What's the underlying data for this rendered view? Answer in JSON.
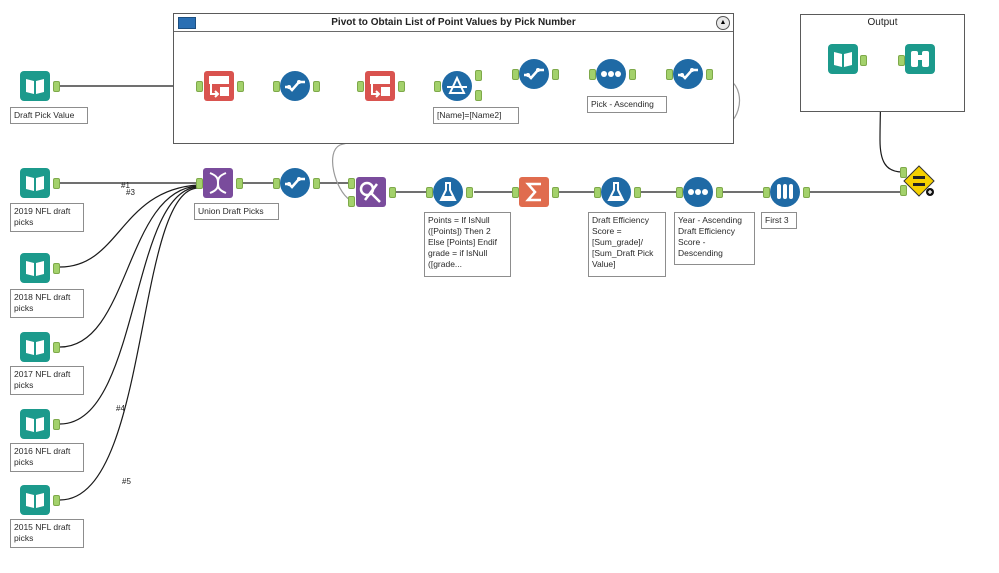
{
  "containers": {
    "pivot": {
      "title": "Pivot to Obtain List of Point Values by Pick Number",
      "collapse_glyph": "▲"
    },
    "output": {
      "title": "Output"
    }
  },
  "labels": {
    "draft_pick_value": "Draft Pick Value",
    "nfl_2019": "2019 NFL draft picks",
    "nfl_2018": "2018 NFL draft picks",
    "nfl_2017": "2017 NFL draft picks",
    "nfl_2016": "2016 NFL draft picks",
    "nfl_2015": "2015 NFL draft picks",
    "union": "Union Draft Picks",
    "join_condition": "[Name]=[Name2]",
    "pick_sort": "Pick - Ascending",
    "formula1": "Points = If IsNull ([Points]) Then 2 Else [Points] Endif grade = if IsNull ([grade...",
    "formula2": "Draft Efficiency Score = [Sum_grade]/ [Sum_Draft Pick Value]",
    "sort2": "Year - Ascending Draft Efficiency Score - Descending",
    "sample": "First 3"
  },
  "wire_labels": {
    "w1": "#1",
    "w2": "#3",
    "w3": "#4",
    "w4": "#5"
  },
  "colors": {
    "input": "#1c9a8c",
    "select": "#1f6aa5",
    "transpose": "#d9534f",
    "join": "#1f6aa5",
    "union": "#7a4c9c",
    "summarize": "#e06c4e",
    "formula": "#1f6aa5",
    "sample": "#1f6aa5",
    "test": "#f5d000"
  },
  "icons": {
    "input": "book-icon",
    "select": "check-icon",
    "transpose": "transpose-icon",
    "join": "join-icon",
    "sort": "sort-dots-icon",
    "union": "dna-icon",
    "find_replace": "find-replace-icon",
    "formula": "flask-icon",
    "summarize": "sigma-icon",
    "sample": "test-tubes-icon",
    "browse": "binoculars-icon",
    "test": "equals-icon"
  }
}
